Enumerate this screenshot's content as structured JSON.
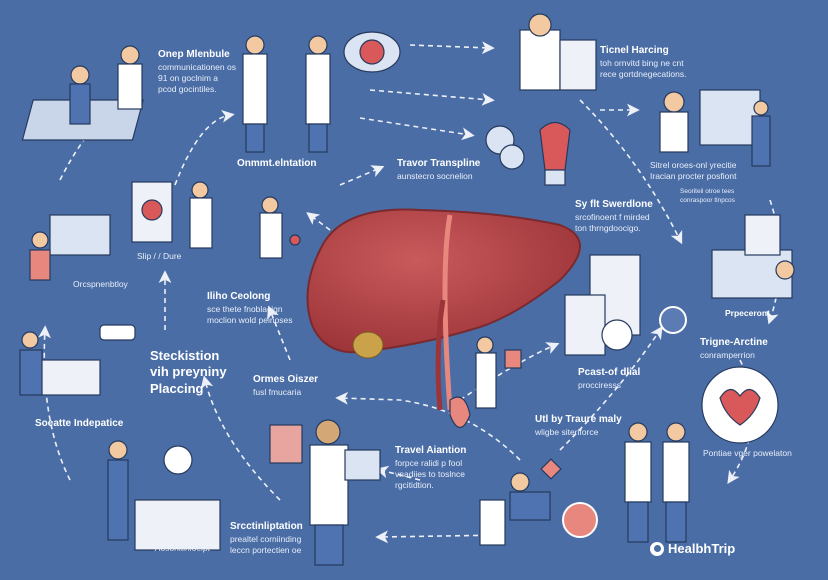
{
  "labels": {
    "l1": {
      "title": "Onep Mlenbule",
      "lines": [
        "communicationen os",
        "91 on goclnim a",
        "pcod gocintiles."
      ]
    },
    "l2": {
      "title": "Onmmt.elntation"
    },
    "l3": {
      "title": "Travor Transpline",
      "lines": [
        "aunstecro socnelion"
      ]
    },
    "l4": {
      "title": "Ticnel Harcing",
      "lines": [
        "toh ornvitd bing ne cnt",
        "rece gortdnegecations."
      ]
    },
    "l5": {
      "lines": [
        "Sitrel oroes-onl yrecitie",
        "Iracian procter posfiont"
      ]
    },
    "l6": {
      "lines": [
        "Seoriteil otroe tees",
        "conraspoor tlnpcos"
      ]
    },
    "l7": {
      "title": "Sy flt Swerdlone",
      "lines": [
        "srcofinoent f mirded",
        "ton thrngdoocigo."
      ]
    },
    "l8": {
      "title": "Prpeceront"
    },
    "l9": {
      "title": "Trigne-Arctine",
      "lines": [
        "conramperrion"
      ]
    },
    "l10": {
      "lines": [
        "Pontiae vger powelaton"
      ]
    },
    "l11": {
      "title": "Pcast-of dlial",
      "lines": [
        "procciresss"
      ]
    },
    "l12": {
      "title": "Utl by Traure maly",
      "lines": [
        "wligbe siteriforce"
      ]
    },
    "l13": {
      "title": "Travel Aiantion",
      "lines": [
        "forpce ralidi p fool",
        "vnadiies to toslnce",
        "rgcitidtion."
      ]
    },
    "l14": {
      "title": "Srcctinliptation",
      "lines": [
        "prealtel corniinding",
        "leccn portectien oe"
      ]
    },
    "l15": {
      "title": "Aosonitlnloelpt"
    },
    "l16": {
      "title": "Soeatte Indepatice"
    },
    "l17": {
      "lines": [
        "Steckistion",
        "vih preyniny",
        "Placcing"
      ]
    },
    "l18": {
      "title": "Ormes Oiszer",
      "lines": [
        "fusl fmucaria"
      ]
    },
    "l19": {
      "title": "Iliho Ceolong",
      "lines": [
        "sce thete fnoblacign",
        "moclion wold peinoses"
      ]
    },
    "l20": {
      "title": "Orcspnenbtloy"
    },
    "l21": {
      "title": "Slip / / Dure"
    }
  },
  "logo": {
    "text": "HealbhTrip"
  },
  "colors": {
    "background": "#4a6da6",
    "liver": "#b5444a",
    "accent": "#e8877e"
  }
}
